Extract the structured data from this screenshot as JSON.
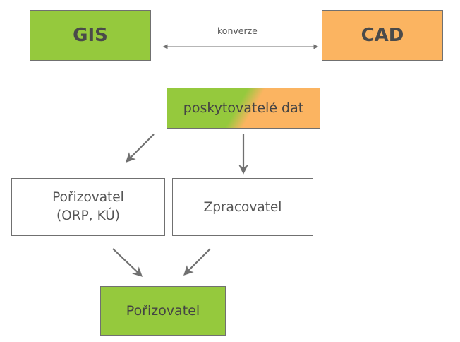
{
  "nodes": {
    "gis": "GIS",
    "cad": "CAD",
    "providers": "poskytovatelé dat",
    "porizovatel_line1": "Pořizovatel",
    "porizovatel_line2": "(ORP, KÚ)",
    "zpracovatel": "Zpracovatel",
    "porizovatel_final": "Pořizovatel"
  },
  "edges": {
    "conversion_label": "konverze"
  },
  "colors": {
    "gis_green": "#95c93d",
    "cad_orange": "#fbb461",
    "border_gray": "#707070",
    "arrow_gray": "#707070",
    "text_gray": "#555555"
  }
}
